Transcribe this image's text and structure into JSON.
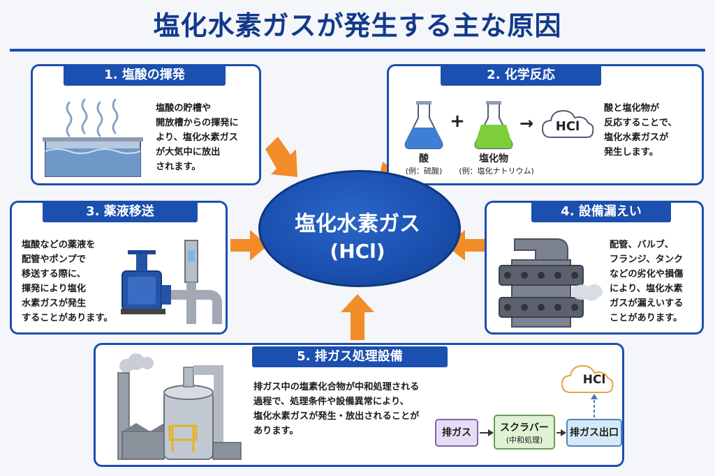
{
  "title": "塩化水素ガスが発生する主な原因",
  "center": {
    "line1": "塩化水素ガス",
    "line2": "(HCl)"
  },
  "cards": {
    "c1": {
      "heading": "1. 塩酸の揮発",
      "text": "塩酸の貯槽や\n開放槽からの揮発に\nより、塩化水素ガス\nが大気中に放出\nされます。"
    },
    "c2": {
      "heading": "2. 化学反応",
      "text": "酸と塩化物が\n反応することで、\n塩化水素ガスが\n発生します。",
      "acid": "酸",
      "acid_example": "(例：硫酸)",
      "chloride": "塩化物",
      "chloride_example": "(例：塩化ナトリウム)",
      "plus": "+",
      "arrow": "→",
      "product": "HCl"
    },
    "c3": {
      "heading": "3. 薬液移送",
      "text": "塩酸などの薬液を\n配管やポンプで\n移送する際に、\n揮発により塩化\n水素ガスが発生\nすることがあります。"
    },
    "c4": {
      "heading": "4. 設備漏えい",
      "text": "配管、バルブ、\nフランジ、タンク\nなどの劣化や損傷\nにより、塩化水素\nガスが漏えいする\nことがあります。"
    },
    "c5": {
      "heading": "5. 排ガス処理設備",
      "text": "排ガス中の塩素化合物が中和処理される\n過程で、処理条件や設備異常により、\n塩化水素ガスが発生・放出されることが\nあります。",
      "flow": {
        "box1": "排ガス",
        "box2": "スクラバー",
        "box2_sub": "(中和処理)",
        "box3": "排ガス出口",
        "output": "HCl"
      }
    }
  },
  "colors": {
    "primary": "#1b4fb0",
    "arrow": "#f28c28",
    "flow_box1": "#e6dcf5",
    "flow_box2": "#dff2d4",
    "flow_box3": "#d6e9f8"
  }
}
